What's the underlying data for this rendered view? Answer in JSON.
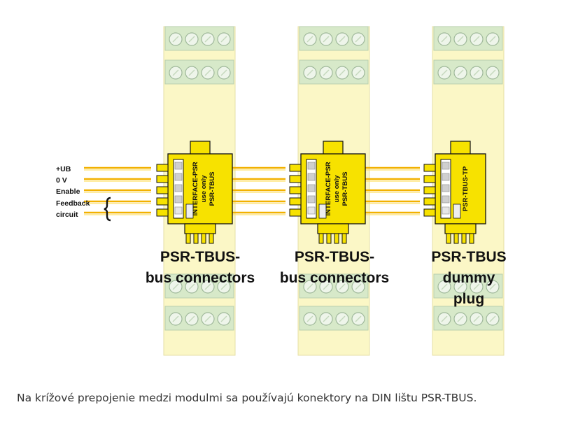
{
  "wire_labels": [
    "+UB",
    "0 V",
    "Enable",
    "Feedback",
    "circuit"
  ],
  "connectors": [
    {
      "lines": [
        "INTERFACE-PSR",
        "use only",
        "PSR-TBUS"
      ]
    },
    {
      "lines": [
        "INTERFACE-PSR",
        "use only",
        "PSR-TBUS"
      ]
    },
    {
      "lines": [
        "PSR-TBUS-TP"
      ]
    }
  ],
  "captions": [
    [
      "PSR-TBUS-",
      "bus connectors"
    ],
    [
      "PSR-TBUS-",
      "bus connectors"
    ],
    [
      "PSR-TBUS",
      "dummy",
      "plug"
    ]
  ],
  "footer_text": "Na krížové prepojenie medzi modulmi sa používajú konektory na DIN lištu PSR-TBUS.",
  "colors": {
    "module": "#fbf7c6",
    "terminal": "#d7e9c9",
    "screw": "#eef5ea",
    "connector": "#f7e200",
    "wire": "#f2b100"
  }
}
